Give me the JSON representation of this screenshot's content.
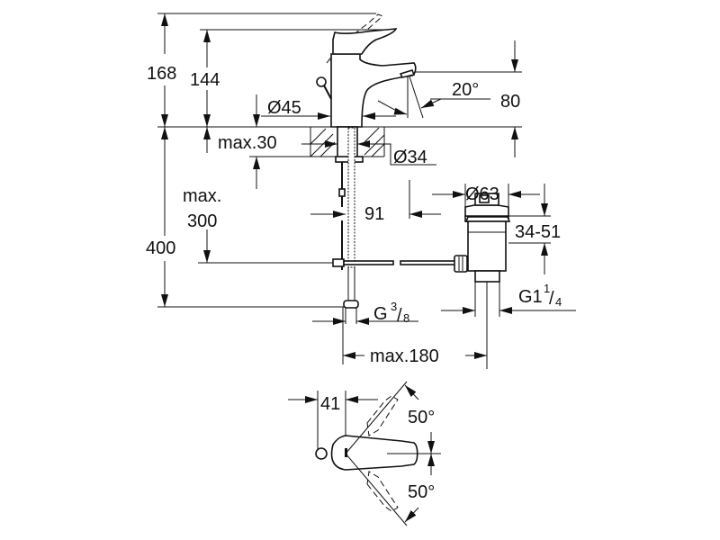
{
  "drawing": {
    "title": "Basin mixer dimension drawing",
    "stroke_color": "#111111",
    "background": "#ffffff"
  },
  "dimensions": {
    "total_height": "168",
    "height_to_lever": "144",
    "body_diameter": "Ø45",
    "spout_height": "80",
    "spout_angle": "20°",
    "max_deck_thickness": "max.30",
    "hole_diameter": "Ø34",
    "max_below_deck_line1": "max.",
    "max_below_deck_line2": "300",
    "below_deck_total": "400",
    "tail_offset": "91",
    "connection_main": "G",
    "connection_num": "3",
    "connection_den": "8",
    "waste_diameter": "Ø63",
    "waste_range": "34-51",
    "waste_thread_main": "G1",
    "waste_thread_num": "1",
    "waste_thread_den": "4",
    "max_horizontal": "max.180",
    "lever_offset": "41",
    "swing_left": "50°",
    "swing_right": "50°"
  }
}
